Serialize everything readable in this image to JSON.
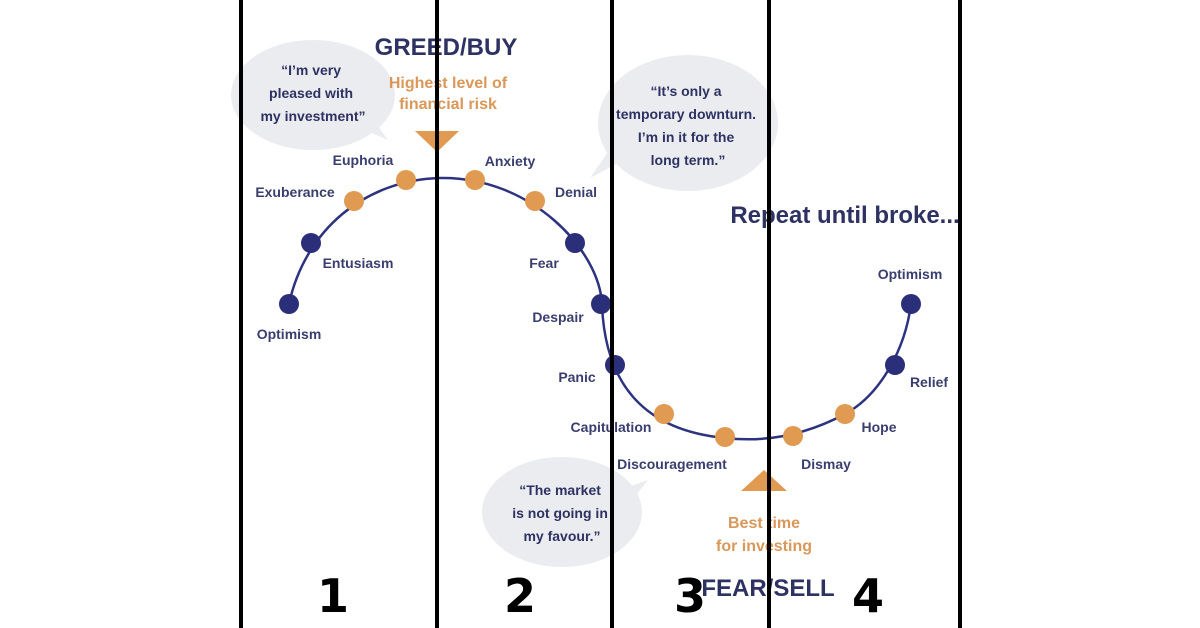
{
  "titles": {
    "top": "GREED/BUY",
    "top_risk_line1": "Highest level of",
    "top_risk_line2": "financial risk",
    "bottom": "FEAR/SELL",
    "bottom_time_line1": "Best time",
    "bottom_time_line2": "for investing",
    "repeat": "Repeat until broke..."
  },
  "quotes": {
    "q1": [
      "“I’m very",
      "pleased with",
      "my investment”"
    ],
    "q2": [
      "“It’s only a",
      "temporary downturn.",
      "I’m in it for the",
      "long term.”"
    ],
    "q3": [
      "“The market",
      "is  not going in",
      "my favour.”"
    ]
  },
  "stages": [
    {
      "label": "Optimism",
      "tone": "dark"
    },
    {
      "label": "Entusiasm",
      "tone": "dark"
    },
    {
      "label": "Exuberance",
      "tone": "orange"
    },
    {
      "label": "Euphoria",
      "tone": "orange"
    },
    {
      "label": "Anxiety",
      "tone": "orange"
    },
    {
      "label": "Denial",
      "tone": "orange"
    },
    {
      "label": "Fear",
      "tone": "dark"
    },
    {
      "label": "Despair",
      "tone": "dark"
    },
    {
      "label": "Panic",
      "tone": "dark"
    },
    {
      "label": "Capitulation",
      "tone": "orange"
    },
    {
      "label": "Discouragement",
      "tone": "orange"
    },
    {
      "label": "Dismay",
      "tone": "orange"
    },
    {
      "label": "Hope",
      "tone": "orange"
    },
    {
      "label": "Relief",
      "tone": "dark"
    },
    {
      "label": "Optimism",
      "tone": "dark"
    }
  ],
  "section_numbers": [
    "1",
    "2",
    "3",
    "4"
  ],
  "colors": {
    "dark": "#2b2f7a",
    "orange": "#e09a52",
    "line": "#2e3380",
    "bubble": "#ebecf0",
    "divider": "#000000"
  }
}
